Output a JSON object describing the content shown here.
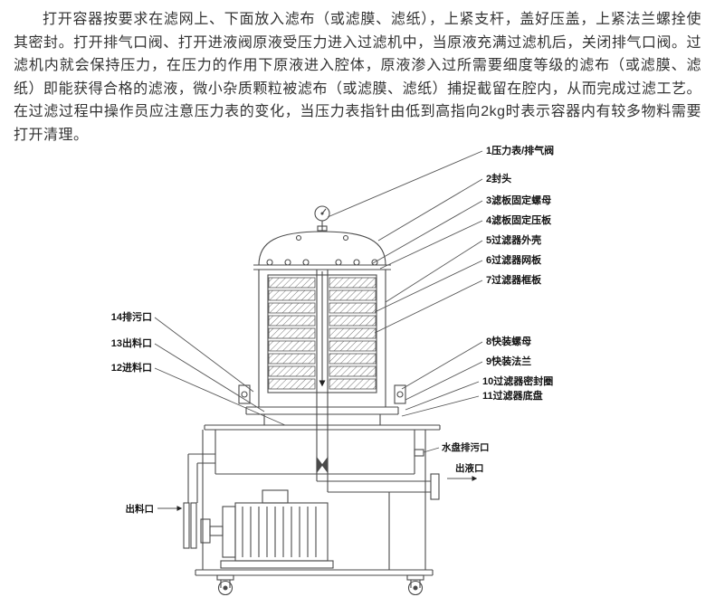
{
  "paragraph": {
    "text": "打开容器按要求在滤网上、下面放入滤布（或滤膜、滤纸），上紧支杆，盖好压盖，上紧法兰螺拴使其密封。打开排气口阀、打开进液阀原液受压力进入过滤机中，当原液充满过滤机后，关闭排气口阀。过滤机内就会保持压力，在压力的作用下原液进入腔体，原液渗入过所需要细度等级的滤布（或滤膜、滤纸）即能获得合格的滤液，微小杂质颗粒被滤布（或滤膜、滤纸）捕捉截留在腔内，从而完成过滤工艺。在过滤过程中操作员应注意压力表的变化，当压力表指针由低到高指向2kg时表示容器内有较多物料需要打开清理。"
  },
  "diagram": {
    "line_color": "#4a4a4a",
    "labels_right": [
      "1压力表/排气阀",
      "2封头",
      "3滤板固定螺母",
      "4滤板固定压板",
      "5过滤器外壳",
      "6过滤器网板",
      "7过滤器框板",
      "8快装螺母",
      "9快装法兰",
      "10过滤器密封圈",
      "11过滤器底盘"
    ],
    "labels_left": [
      "14排污口",
      "13出料口",
      "12进料口"
    ],
    "labels_flow": {
      "pan_drain": "水盘排污口",
      "liquid_outlet": "出液口",
      "material_outlet": "出料口"
    }
  }
}
